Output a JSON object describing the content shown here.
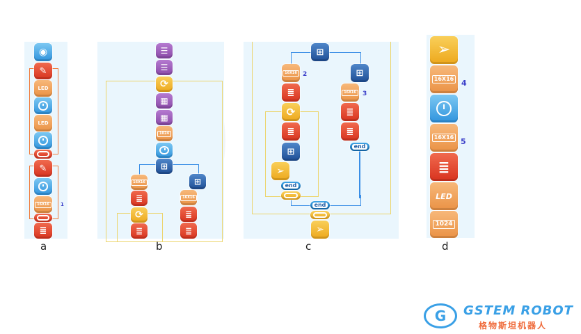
{
  "captions": {
    "a": "a",
    "b": "b",
    "c": "c",
    "d": "d"
  },
  "icon_text": {
    "led": "LED",
    "matrix": "16X16",
    "num": "1024",
    "end": "end"
  },
  "icons": {
    "note": "✎",
    "file": "≣",
    "loop": "⟳",
    "send": "➢",
    "network": "⊞",
    "slider": "☰",
    "grid": "▦",
    "robot": "◉"
  },
  "step_numbers": {
    "n1": "1",
    "n2": "2",
    "n3": "3",
    "n4": "4",
    "n5": "5"
  },
  "logo": {
    "title": "GSTEM ROBOT",
    "subtitle": "格物斯坦机器人"
  },
  "colors": {
    "red": "#d8331f",
    "orange": "#ea9245",
    "blue": "#2f93dd",
    "dark_blue": "#1f4f96",
    "purple": "#8a4aa8",
    "yellow": "#eda81c"
  }
}
